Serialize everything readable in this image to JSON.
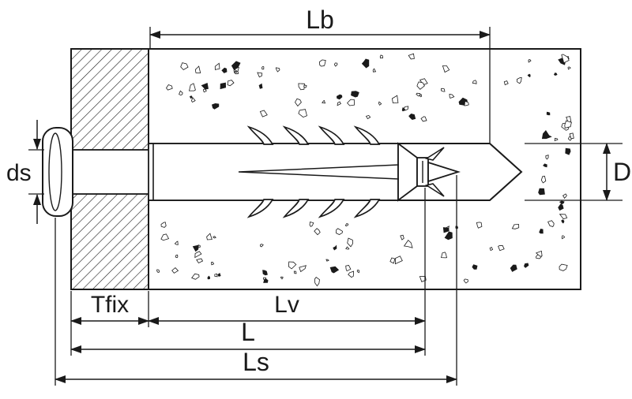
{
  "diagram": {
    "dimension_labels": {
      "lb": "Lb",
      "ds": "ds",
      "d": "D",
      "tfix": "Tfix",
      "lv": "Lv",
      "l": "L",
      "ls": "Ls"
    },
    "colors": {
      "line": "#1a1a1a",
      "background": "#ffffff"
    }
  }
}
